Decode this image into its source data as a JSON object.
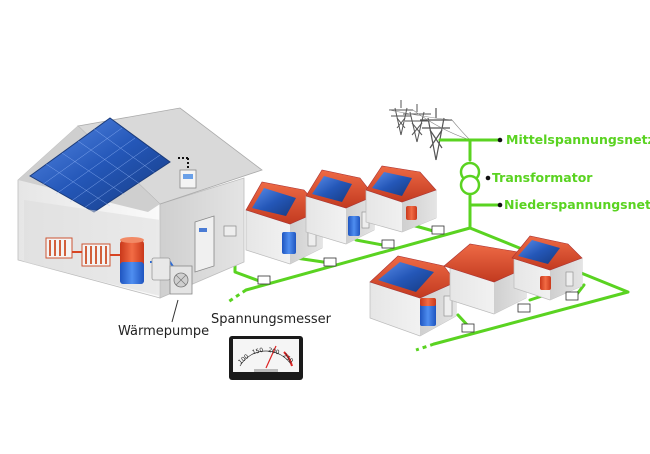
{
  "labels": {
    "medium_voltage": "Mittelspannungsnetz",
    "transformer": "Transformator",
    "low_voltage": "Niederspannungsnetz",
    "heat_pump": "Wärmepumpe",
    "voltmeter": "Spannungsmesser"
  },
  "gauge": {
    "ticks": [
      "100",
      "150",
      "200",
      "250"
    ]
  },
  "colors": {
    "grid_line": "#5ad321",
    "roof_tile": "#d8442a",
    "solar_panel": "#1f4fa8",
    "wall": "#f2f2f2",
    "tank_water": "#2a6ad8",
    "tank_hot": "#e0441f"
  }
}
